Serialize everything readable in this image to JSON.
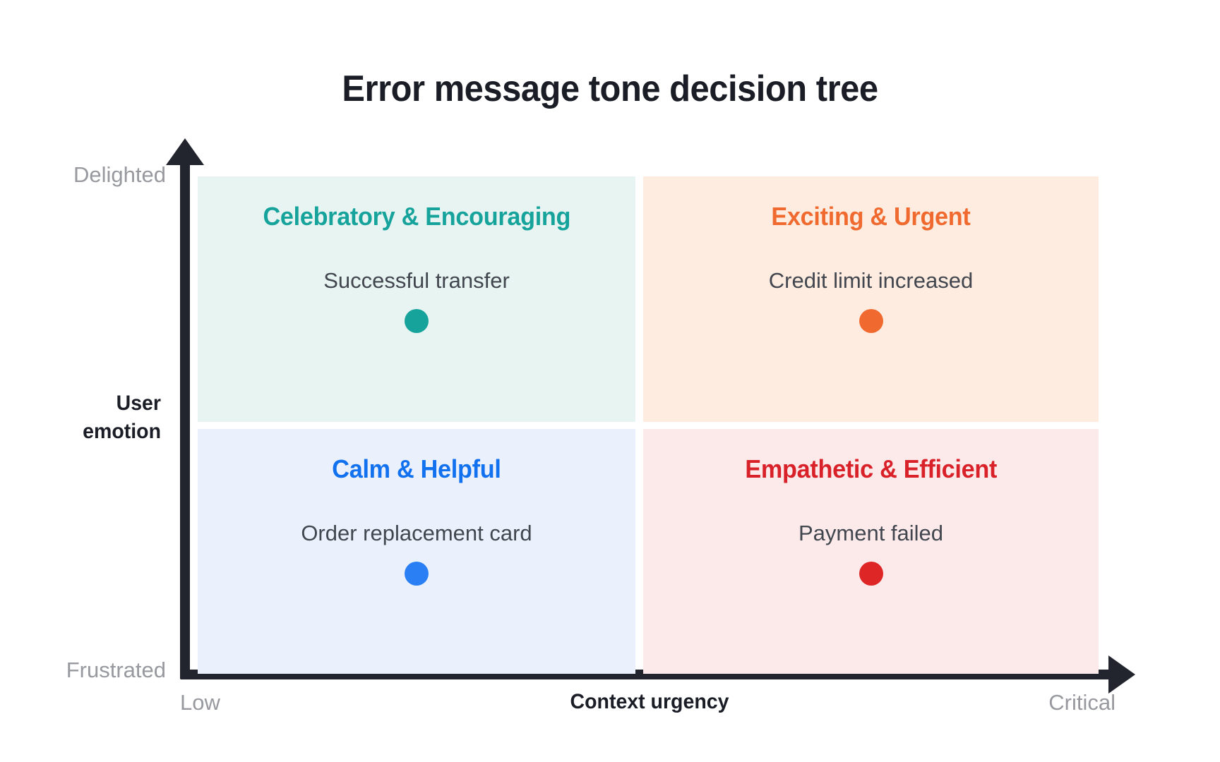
{
  "title": "Error message tone decision tree",
  "chart_data": {
    "type": "scatter",
    "title": "Error message tone decision tree",
    "xlabel": "Context urgency",
    "ylabel": "User emotion",
    "xlim": [
      "Low",
      "Critical"
    ],
    "ylim": [
      "Frustrated",
      "Delighted"
    ],
    "grid": false,
    "legend": "none",
    "axis": {
      "x_low_label": "Low",
      "x_high_label": "Critical",
      "y_low_label": "Frustrated",
      "y_high_label": "Delighted"
    },
    "quadrants": [
      {
        "id": "top-left",
        "label": "Celebratory & Encouraging",
        "example": "Successful transfer",
        "x": "Low",
        "y": "Delighted",
        "accent": "#16a39b",
        "fill": "#e7f4f1",
        "dot_color": "#16a39b"
      },
      {
        "id": "top-right",
        "label": "Exciting & Urgent",
        "example": "Credit limit increased",
        "x": "Critical",
        "y": "Delighted",
        "accent": "#f0692e",
        "fill": "#fdecdf",
        "dot_color": "#f0692e"
      },
      {
        "id": "bottom-left",
        "label": "Calm & Helpful",
        "example": "Order replacement card",
        "x": "Low",
        "y": "Frustrated",
        "accent": "#1271ef",
        "fill": "#eaf1fc",
        "dot_color": "#2a7ff5"
      },
      {
        "id": "bottom-right",
        "label": "Empathetic & Efficient",
        "example": "Payment failed",
        "x": "Critical",
        "y": "Frustrated",
        "accent": "#d82128",
        "fill": "#fceaeb",
        "dot_color": "#de2626"
      }
    ]
  },
  "yaxis_title_lines": {
    "line1": "User",
    "line2": "emotion"
  },
  "colors": {
    "axis": "#22242e",
    "title_text": "#1b1d26",
    "muted_text": "#97999f",
    "example_text": "#42464f",
    "background": "#ffffff"
  }
}
